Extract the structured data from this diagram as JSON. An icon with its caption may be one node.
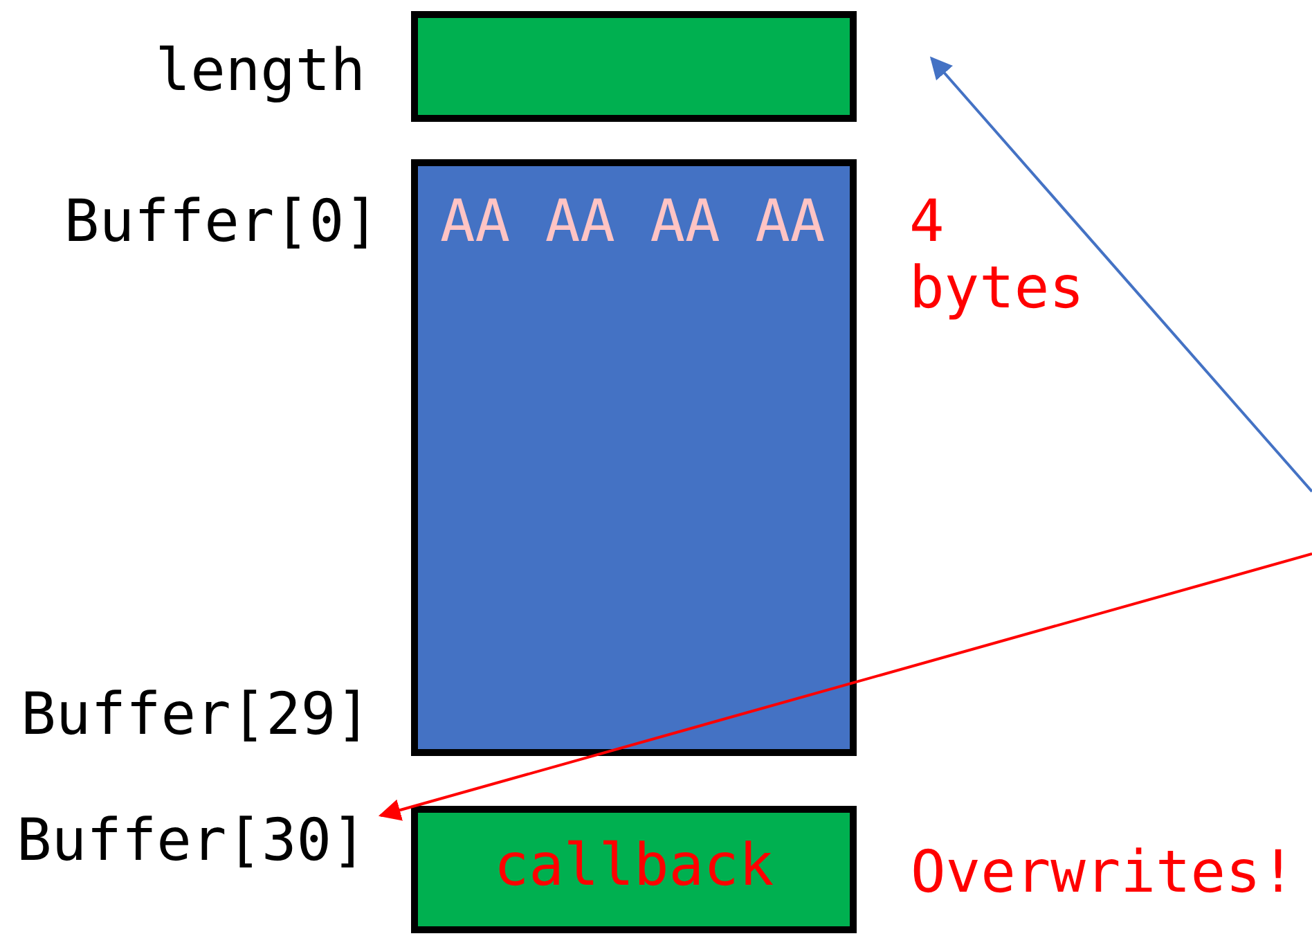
{
  "diagram": {
    "nodes": [
      {
        "text": [],
        "shape": "box",
        "beside": [
          "length"
        ]
      },
      {
        "text": [
          "AA AA AA AA"
        ],
        "beside": [
          "Buffer[0]",
          "4 bytes",
          "Buffer[29]"
        ]
      },
      {
        "text": [
          "Buffer[30]"
        ]
      },
      {
        "text": [
          "callback"
        ]
      }
    ],
    "edges": [
      {
        "from": null,
        "to": 0,
        "arrow": "to",
        "color": "#4472c4"
      },
      {
        "from": null,
        "to": 2,
        "arrow": "to",
        "color": "#ff0000"
      }
    ],
    "labels": [
      "Overwrites!"
    ]
  }
}
